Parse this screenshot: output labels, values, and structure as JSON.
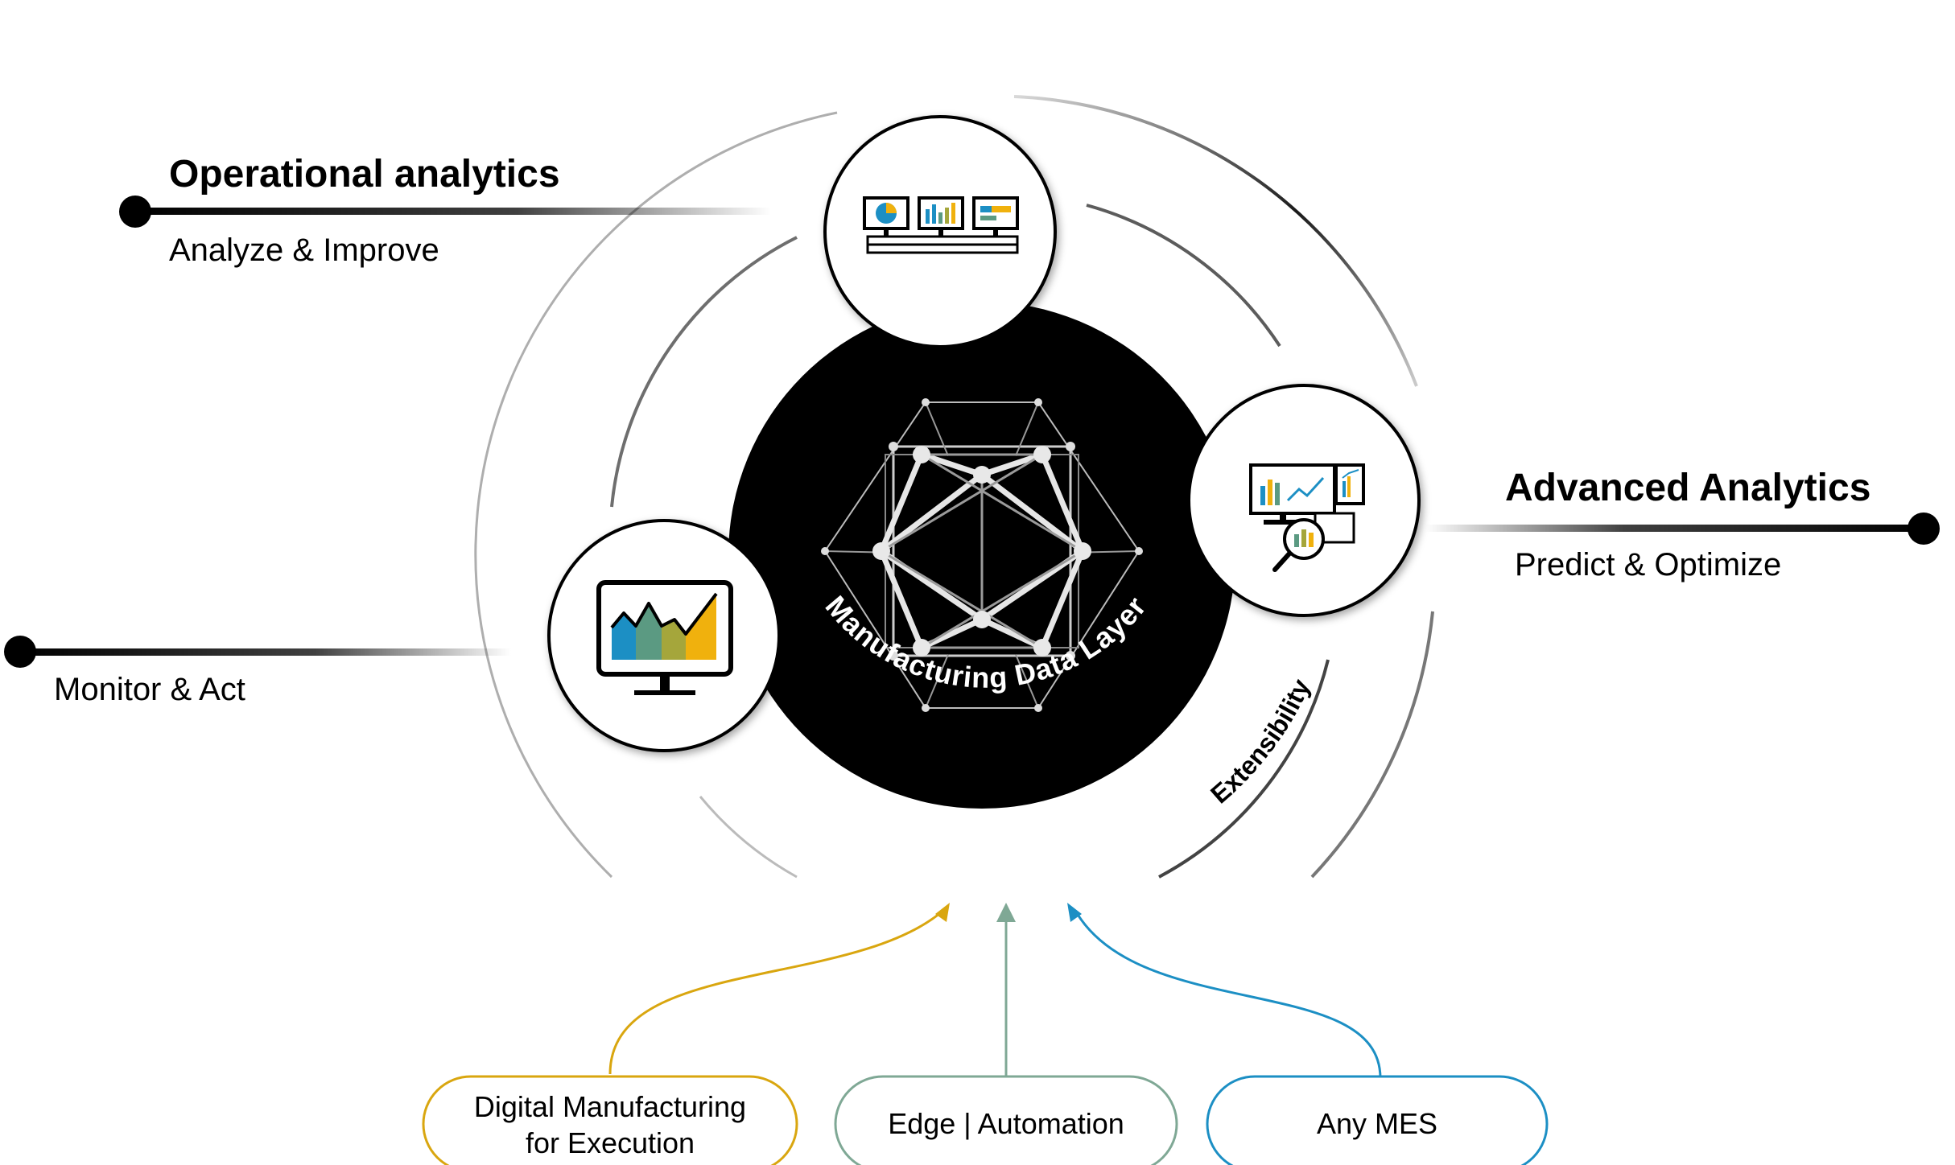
{
  "center": {
    "label": "Manufacturing Data Layer",
    "icon": "polyhedron-network-icon"
  },
  "extensibility_label": "Extensibility",
  "branches": {
    "operational": {
      "title": "Operational analytics",
      "subtitle": "Analyze & Improve",
      "icon": "dashboard-monitors-icon"
    },
    "monitor": {
      "subtitle": "Monitor & Act",
      "icon": "monitor-chart-icon"
    },
    "advanced": {
      "title": "Advanced Analytics",
      "subtitle": "Predict & Optimize",
      "icon": "analytics-magnifier-icon"
    }
  },
  "sources": [
    {
      "lines": [
        "Digital Manufacturing",
        "for Execution"
      ],
      "color": "#d9a60f"
    },
    {
      "lines": [
        "Edge | Automation"
      ],
      "color": "#7fa895"
    },
    {
      "lines": [
        "Any MES"
      ],
      "color": "#1c8fc4"
    }
  ],
  "colors": {
    "blue": "#1c8fc4",
    "green": "#5b9a82",
    "olive": "#a5a63b",
    "yellow": "#f0b10d",
    "black": "#000000"
  }
}
